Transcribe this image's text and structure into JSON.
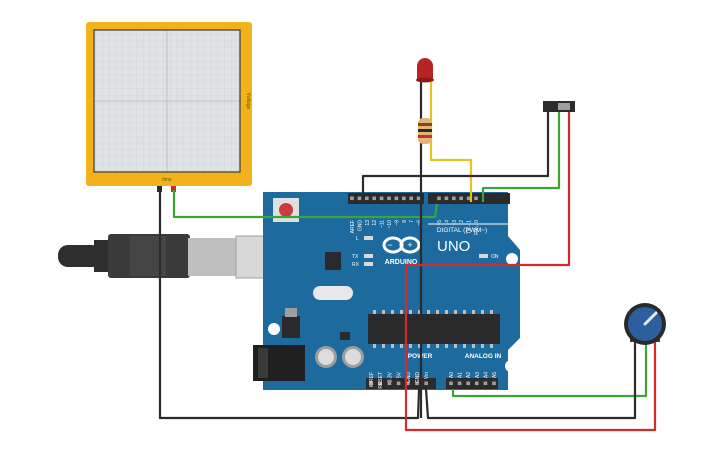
{
  "oscilloscope": {
    "side_label": "Voltage",
    "bottom_label": "time",
    "frame_color": "#f2b21b",
    "screen_color": "#dfe3e3"
  },
  "arduino": {
    "brand": "ARDUINO",
    "model": "UNO",
    "digital_header": "DIGITAL (PWM~)",
    "analog_header": "ANALOG IN",
    "power_header": "POWER",
    "led_labels": {
      "l": "L",
      "tx": "TX",
      "rx": "RX",
      "on": "ON"
    },
    "digital_pins": [
      "AREF",
      "GND",
      "13",
      "12",
      "~11",
      "~10",
      "~9",
      "8",
      "7",
      "~6",
      "~5",
      "4",
      "~3",
      "2",
      "TX→1",
      "RX←0"
    ],
    "power_pins": [
      "IOREF",
      "RESET",
      "3.3V",
      "5V",
      "GND",
      "GND",
      "Vin"
    ],
    "analog_pins": [
      "A0",
      "A1",
      "A2",
      "A3",
      "A4",
      "A5"
    ],
    "board_color": "#1c6a9e"
  },
  "components": {
    "led": "red-led",
    "resistor": "resistor",
    "slide_switch": "slide-switch",
    "potentiometer": "potentiometer",
    "usb_cable": "usb-cable",
    "power_jack": "dc-power-jack"
  },
  "wires": {
    "colors": {
      "black": "#2b2b2b",
      "green": "#3aa63a",
      "red": "#d42a2a",
      "yellow": "#e6c21f"
    }
  }
}
